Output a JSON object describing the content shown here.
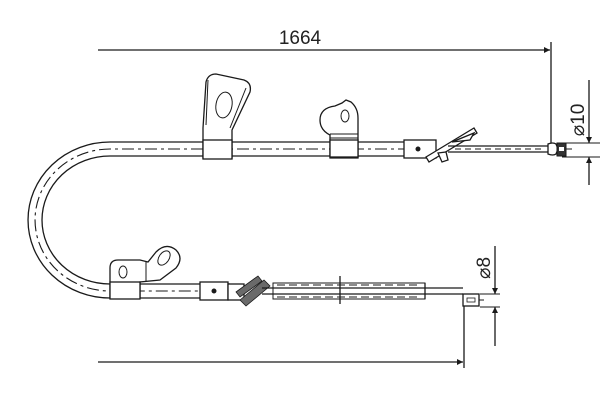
{
  "drawing": {
    "type": "parking brake cable technical drawing",
    "dimensions": {
      "overall_length": "1664",
      "end_diameter_top": "⌀10",
      "end_diameter_bottom": "⌀8"
    },
    "colors": {
      "line": "#1a1a1a",
      "background": "#ffffff",
      "text": "#222222"
    },
    "components": [
      "cable-loop",
      "upper-mounting-bracket",
      "upper-clip",
      "upper-outer-sleeve-end",
      "upper-retaining-plate",
      "upper-end-fitting",
      "lower-mounting-bracket",
      "lower-sleeve-end",
      "lower-retaining-plate",
      "lower-inner-cable-boot",
      "lower-end-fitting"
    ]
  }
}
